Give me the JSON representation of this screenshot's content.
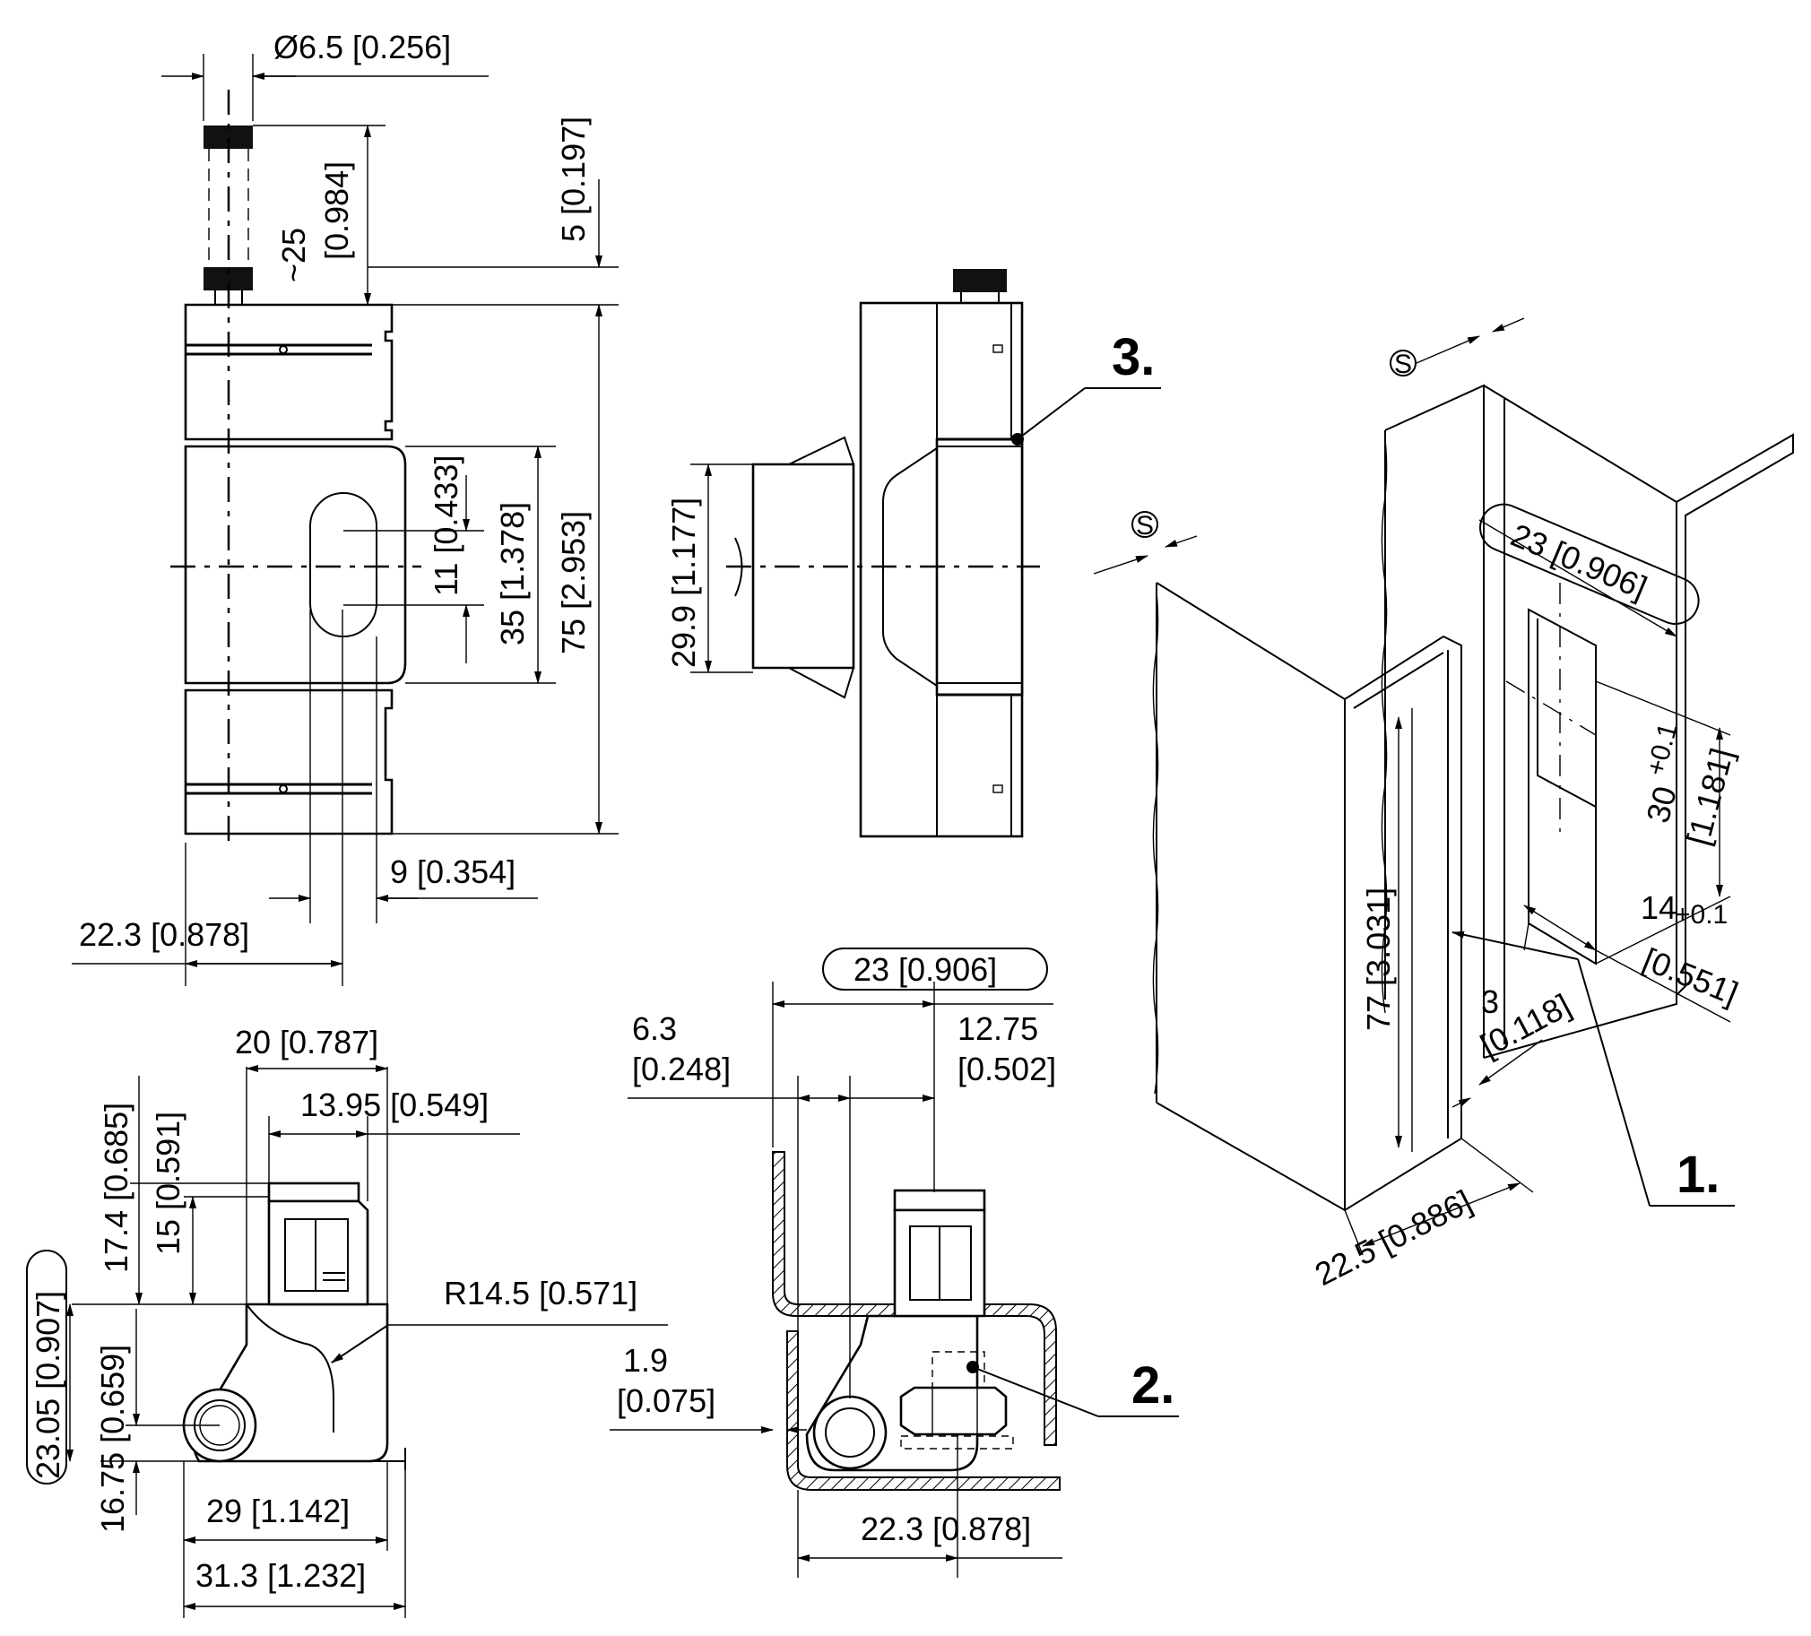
{
  "dimensions": {
    "front_view": {
      "pin_diameter": "Ø6.5 [0.256]",
      "pin_stroke_approx": "~25",
      "pin_stroke_inch": "[0.984]",
      "pin_top_gap": "5 [0.197]",
      "slot_length": "11 [0.433]",
      "center_block_height": "35 [1.378]",
      "overall_height": "75 [2.953]",
      "slot_width": "9 [0.354]",
      "pin_offset": "22.3 [0.878]"
    },
    "side_view": {
      "block_height": "29.9 [1.177]"
    },
    "end_view_left": {
      "width_top": "20 [0.787]",
      "width_inner": "13.95 [0.549]",
      "height_a": "17.4 [0.685]",
      "height_b": "15 [0.591]",
      "radius": "R14.5 [0.571]",
      "height_total": "23.05 [0.907]",
      "height_axis": "16.75 [0.659]",
      "width_base": "29 [1.142]",
      "width_overall": "31.3 [1.232]"
    },
    "end_view_mounted": {
      "mount_width": "23 [0.906]",
      "offset_a_mm": "6.3",
      "offset_a_in": "[0.248]",
      "offset_b_mm": "12.75",
      "offset_b_in": "[0.502]",
      "wall_gap_mm": "1.9",
      "wall_gap_in": "[0.075]",
      "bolt_offset": "22.3 [0.878]"
    },
    "cutout_view": {
      "cutout_offset": "23 [0.906]",
      "cutout_height_mm": "30",
      "cutout_height_tol": "+0.1",
      "cutout_height_in": "[1.181]",
      "cutout_width_mm": "14",
      "cutout_width_tol": "+0.1",
      "cutout_width_in": "[0.551]",
      "edge_gap_mm": "3",
      "edge_gap_in": "[0.118]",
      "edge_length": "77 [3.031]",
      "flange_width": "22.5 [0.886]",
      "thickness_symbol": "S"
    }
  },
  "callouts": [
    "1.",
    "2.",
    "3."
  ]
}
